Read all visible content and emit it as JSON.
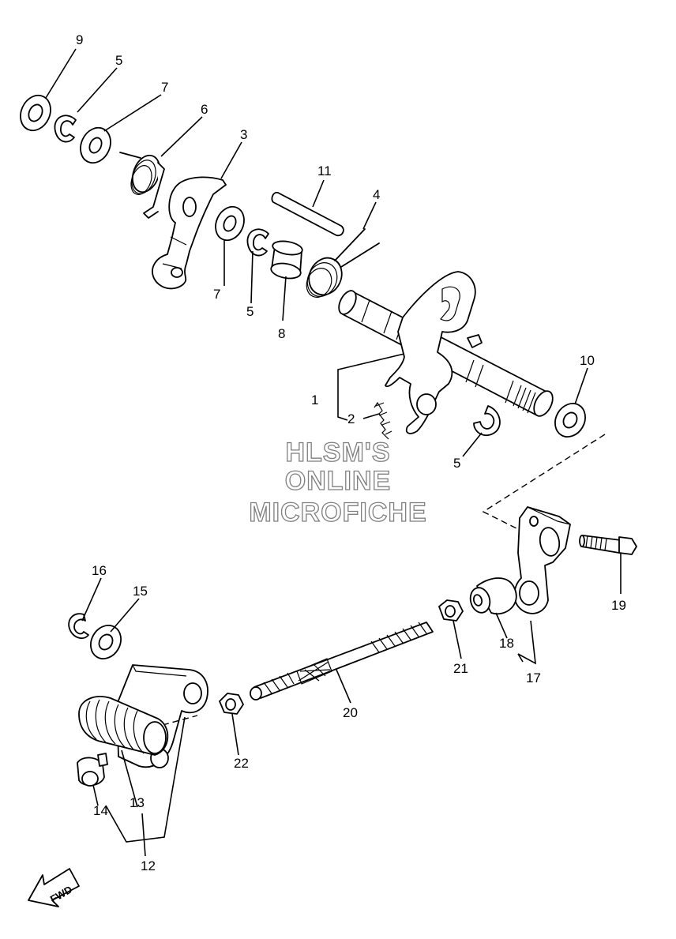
{
  "watermark": {
    "line1": "HLSM'S",
    "line2": "ONLINE",
    "line3": "MICROFICHE",
    "color": "#7f7f7f"
  },
  "fwd_label": "FWD",
  "callouts": {
    "p9": "9",
    "p5a": "5",
    "p7a": "7",
    "p6": "6",
    "p3": "3",
    "p11": "11",
    "p4": "4",
    "p7b": "7",
    "p5b": "5",
    "p8": "8",
    "p10": "10",
    "p1": "1",
    "p2": "2",
    "p5c": "5",
    "p16": "16",
    "p15": "15",
    "p19": "19",
    "p18": "18",
    "p17": "17",
    "p21": "21",
    "p20": "20",
    "p22": "22",
    "p14": "14",
    "p13": "13",
    "p12": "12"
  }
}
